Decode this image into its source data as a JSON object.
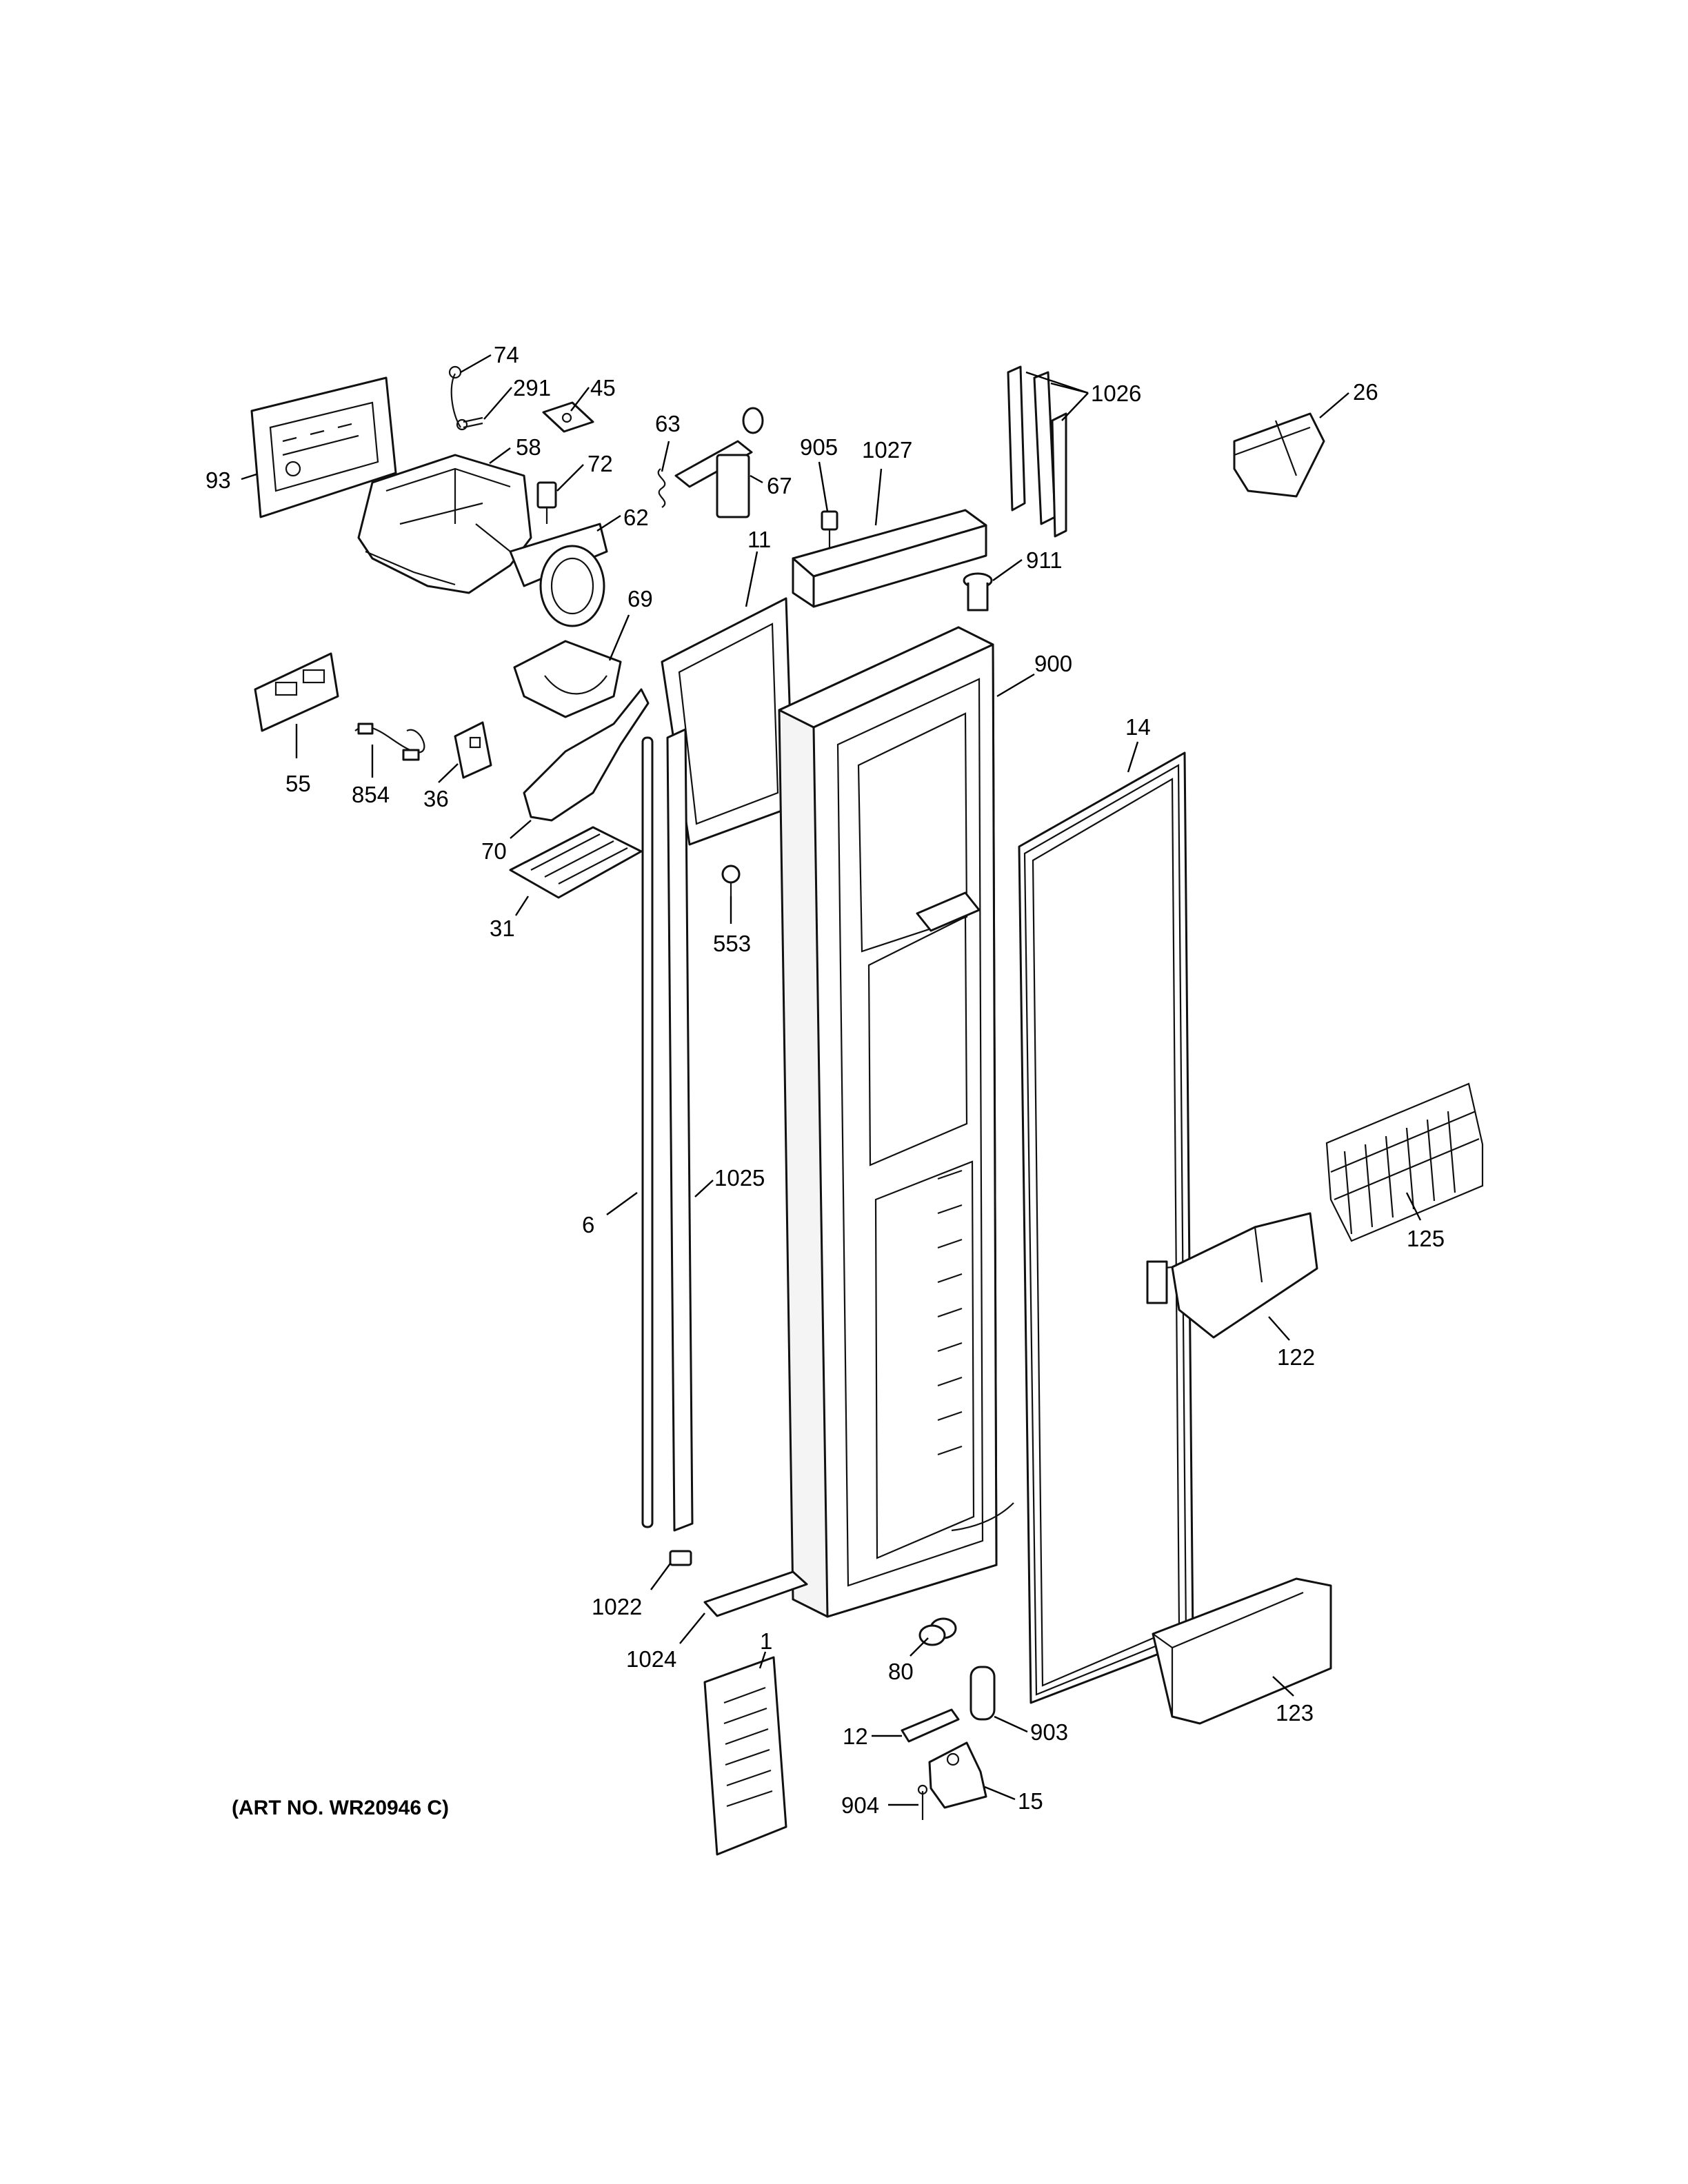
{
  "art_number": "(ART NO. WR20946 C)",
  "callouts": {
    "p74": "74",
    "p291": "291",
    "p45": "45",
    "p93": "93",
    "p58": "58",
    "p72": "72",
    "p62": "62",
    "p63": "63",
    "p67": "67",
    "p905": "905",
    "p1027": "1027",
    "p1026": "1026",
    "p26": "26",
    "p911": "911",
    "p11": "11",
    "p900": "900",
    "p69": "69",
    "p55": "55",
    "p854": "854",
    "p36": "36",
    "p70": "70",
    "p31": "31",
    "p553": "553",
    "p14": "14",
    "p125": "125",
    "p122": "122",
    "p6": "6",
    "p1025": "1025",
    "p1022": "1022",
    "p1024": "1024",
    "p1": "1",
    "p80": "80",
    "p903": "903",
    "p12": "12",
    "p904": "904",
    "p15": "15",
    "p123": "123"
  }
}
